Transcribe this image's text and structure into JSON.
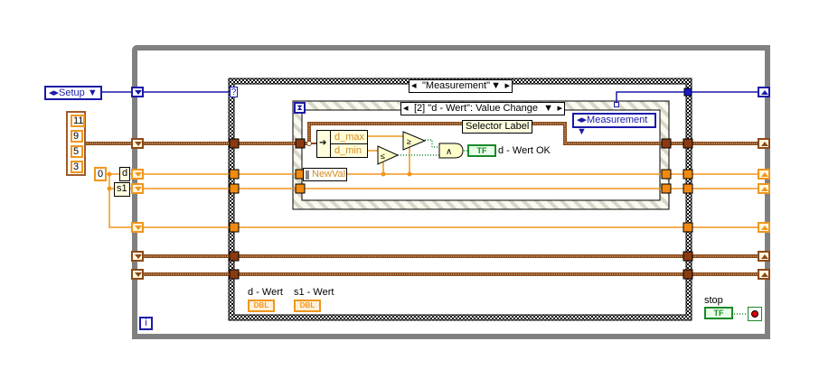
{
  "while_loop": {
    "iteration_terminal": "i",
    "stop_label": "stop",
    "stop_indicator": "TF"
  },
  "case_structure": {
    "selector_value": "\"Measurement\"",
    "selector_terminal": "?",
    "setup_enum": "Setup",
    "measurement_enum": "Measurement"
  },
  "event_structure": {
    "event_case": "[2] \"d - Wert\": Value Change",
    "timeout_icon": "hourglass-icon",
    "newval_label": "NewVal"
  },
  "cluster": {
    "unbundle_fields": [
      "d_max",
      "d_min"
    ],
    "tooltip": "Selector Label",
    "array_values": [
      "11",
      "9",
      "5",
      "3"
    ]
  },
  "constants": {
    "zero": "0",
    "label_d": "d",
    "label_s1": "s1"
  },
  "indicators": {
    "d_ok_label": "d - Wert OK",
    "d_ok_type": "TF",
    "d_wert_label": "d - Wert",
    "s1_wert_label": "s1 - Wert",
    "dbl_type": "DBL"
  },
  "colors": {
    "loop_border": "#808080",
    "orange_wire": "#f0961e",
    "brown_wire": "#8a4a1a",
    "blue_wire": "#1a1aa8",
    "green_bool": "#1a8a2a"
  }
}
